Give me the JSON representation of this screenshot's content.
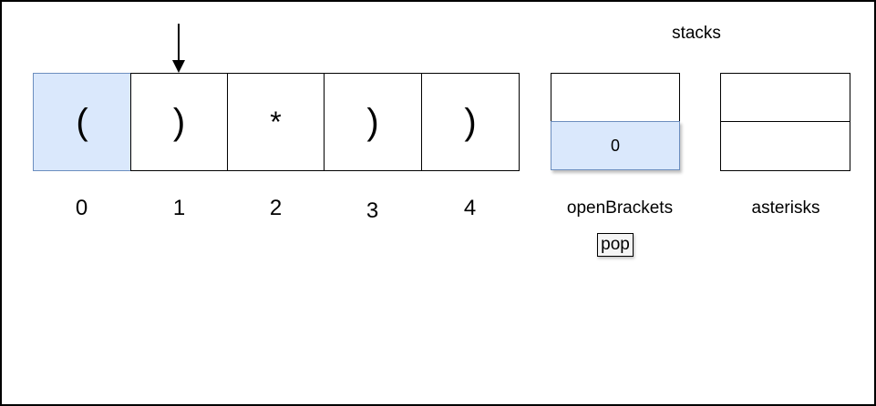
{
  "array": {
    "cells": [
      "(",
      ")",
      "*",
      ")",
      ")"
    ],
    "indices": [
      "0",
      "1",
      "2",
      "3",
      "4"
    ],
    "highlighted_index": 0,
    "pointer_index": 1
  },
  "stacks": {
    "title": "stacks",
    "open_brackets": {
      "label": "openBrackets",
      "slots": [
        "",
        "0"
      ],
      "operation": "pop"
    },
    "asterisks": {
      "label": "asterisks",
      "slots": [
        "",
        ""
      ]
    }
  },
  "colors": {
    "highlight_fill": "#dae8fc",
    "highlight_stroke": "#6c8ebf"
  }
}
